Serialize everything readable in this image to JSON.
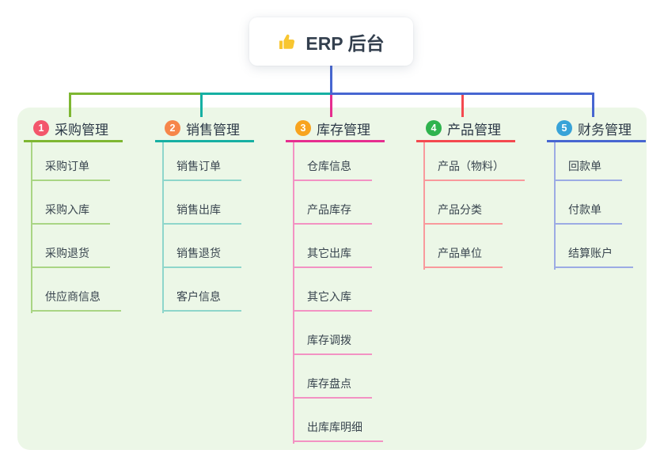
{
  "root": {
    "icon": "thumbs-up",
    "label": "ERP 后台"
  },
  "branches": [
    {
      "num": "1",
      "title": "采购管理",
      "color": "#7eb732",
      "light": "#a9d584",
      "badge_color": "#f3566b",
      "children": [
        "采购订单",
        "采购入库",
        "采购退货",
        "供应商信息"
      ]
    },
    {
      "num": "2",
      "title": "销售管理",
      "color": "#16b0a3",
      "light": "#8ed6cb",
      "badge_color": "#f6864a",
      "children": [
        "销售订单",
        "销售出库",
        "销售退货",
        "客户信息"
      ]
    },
    {
      "num": "3",
      "title": "库存管理",
      "color": "#e62e8f",
      "light": "#f392c3",
      "badge_color": "#f8a41f",
      "children": [
        "仓库信息",
        "产品库存",
        "其它出库",
        "其它入库",
        "库存调拨",
        "库存盘点",
        "出库库明细"
      ]
    },
    {
      "num": "4",
      "title": "产品管理",
      "color": "#f4494f",
      "light": "#f9999c",
      "badge_color": "#2fb34e",
      "children": [
        "产品（物料）",
        "产品分类",
        "产品单位"
      ]
    },
    {
      "num": "5",
      "title": "财务管理",
      "color": "#4766d1",
      "light": "#9cabe4",
      "badge_color": "#38a3d8",
      "children": [
        "回款单",
        "付款单",
        "结算账户"
      ]
    }
  ],
  "colors": {
    "root_connector": "#4766d1",
    "panel_bg": "#ecf7e7",
    "title_text": "#2c3947",
    "child_text": "#39454f",
    "icon_yellow": "#f8c630"
  }
}
